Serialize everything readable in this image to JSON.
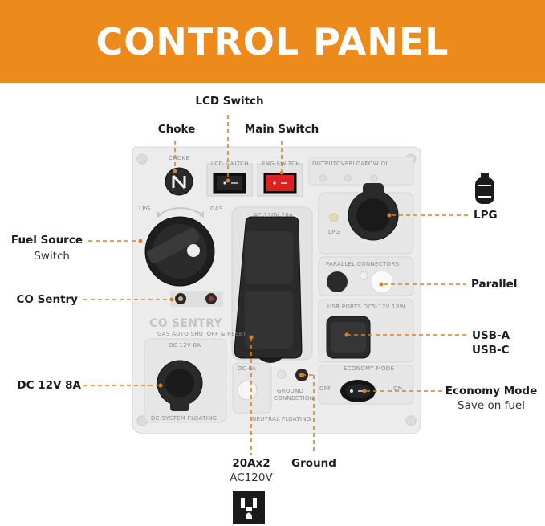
{
  "title": "CONTROL PANEL",
  "callouts": {
    "lcd_switch": "LCD Switch",
    "choke": "Choke",
    "main_switch": "Main Switch",
    "fuel_source_line1": "Fuel Source",
    "fuel_source_line2": "Switch",
    "co_sentry": "CO Sentry",
    "dc": "DC 12V 8A",
    "lpg": "LPG",
    "parallel": "Parallel",
    "usb_a": "USB-A",
    "usb_c": "USB-C",
    "economy_line1": "Economy Mode",
    "economy_line2": "Save on fuel",
    "ac_line1": "20Ax2",
    "ac_line2": "AC120V",
    "ground": "Ground"
  },
  "panel_text": {
    "choke": "CHOKE",
    "lcd_switch": "LCD SWITCH",
    "eng_switch": "ENG SWITCH",
    "output": "OUTPUT",
    "overload": "OVERLOAD",
    "low_oil": "LOW OIL",
    "lpg_left": "LPG",
    "gas": "GAS",
    "ac": "AC 120V 20A",
    "lpg_port": "LPG",
    "parallel_connectors": "PARALLEL CONNECTORS",
    "usb": "USB PORTS DC5-12V 18W",
    "co_sentry_logo": "CO SENTRY",
    "co_sentry_sub": "GAS AUTO SHUTOFF & RESET",
    "dc": "DC 12V 8A",
    "dc_system_floating": "DC SYSTEM FLOATING",
    "dc_a": "DC 8A",
    "ground_connection_1": "GROUND",
    "ground_connection_2": "CONNECTION",
    "economy_mode": "ECONOMY MODE",
    "off": "OFF",
    "on": "ON",
    "neutral_floating": "NEUTRAL FLOATING"
  },
  "colors": {
    "banner": "#ec8a1c",
    "leader": "#d9802a",
    "panel": "#ececec",
    "switch_red": "#e02020"
  },
  "icons": [
    "lpg-tank-icon",
    "outlet-icon"
  ]
}
